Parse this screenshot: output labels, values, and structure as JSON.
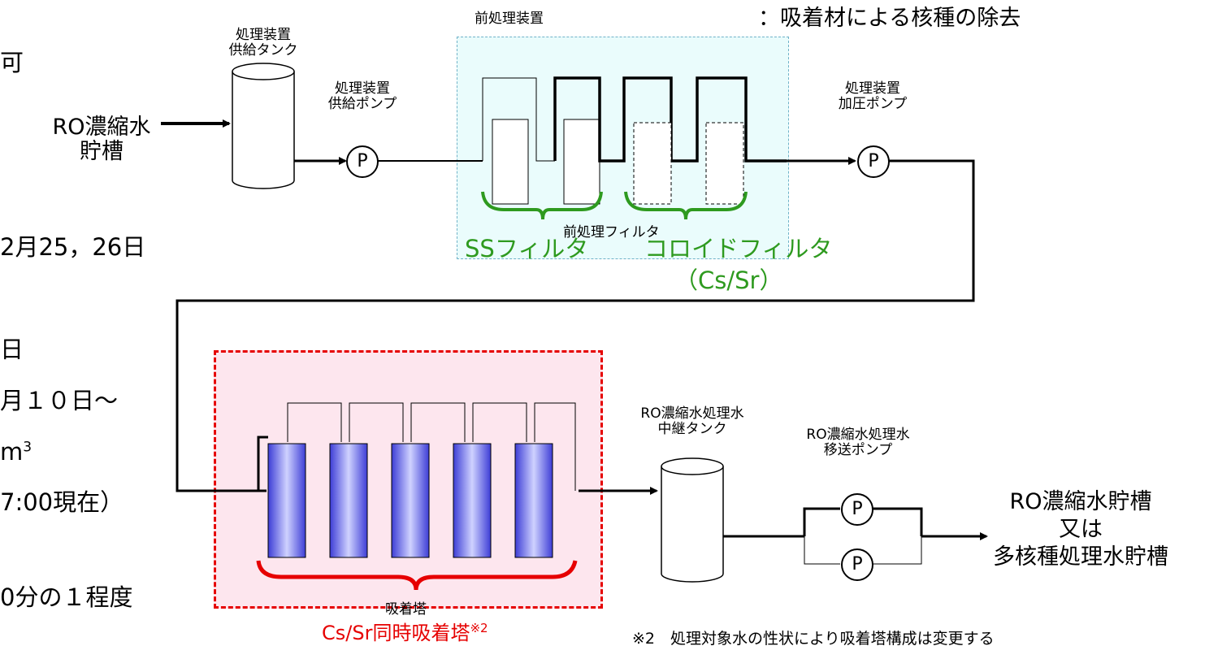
{
  "left_fragments": {
    "f1": "可",
    "f2": "2月25，26日",
    "f3": "日",
    "f4": "月１０日～",
    "f5": "m",
    "f5_sup": "3",
    "f6": "7:00現在）",
    "f7": "0分の１程度"
  },
  "legend": {
    "text": "：吸着材による核種の除去"
  },
  "ro_tank_in": {
    "line1": "RO濃縮水",
    "line2": "貯槽"
  },
  "supply_tank": {
    "line1": "処理装置",
    "line2": "供給タンク"
  },
  "supply_pump": {
    "line1": "処理装置",
    "line2": "供給ポンプ",
    "symbol": "P"
  },
  "pretreatment": {
    "title": "前処理装置",
    "filter_label": "前処理フィルタ",
    "ss_label": "SSフィルタ",
    "colloid_label": "コロイドフィルタ",
    "colloid_sub": "（Cs/Sr）"
  },
  "pressure_pump": {
    "line1": "処理装置",
    "line2": "加圧ポンプ",
    "symbol": "P"
  },
  "adsorption": {
    "label": "吸着塔",
    "caption": "Cs/Sr同時吸着塔",
    "caption_sup": "※2"
  },
  "relay_tank": {
    "line1": "RO濃縮水処理水",
    "line2": "中継タンク"
  },
  "transfer_pump": {
    "line1": "RO濃縮水処理水",
    "line2": "移送ポンプ",
    "symbol": "P"
  },
  "outlet": {
    "line1": "RO濃縮水貯槽",
    "line2": "又は",
    "line3": "多核種処理水貯槽"
  },
  "footnote": {
    "text": "※2　処理対象水の性状により吸着塔構成は変更する"
  },
  "colors": {
    "pretreatment_fill": "#eafcfc",
    "adsorption_fill": "#fde6ee",
    "adsorption_border": "#e60000",
    "green": "#2e9a1f",
    "column_blue": "#5a5ae0"
  }
}
